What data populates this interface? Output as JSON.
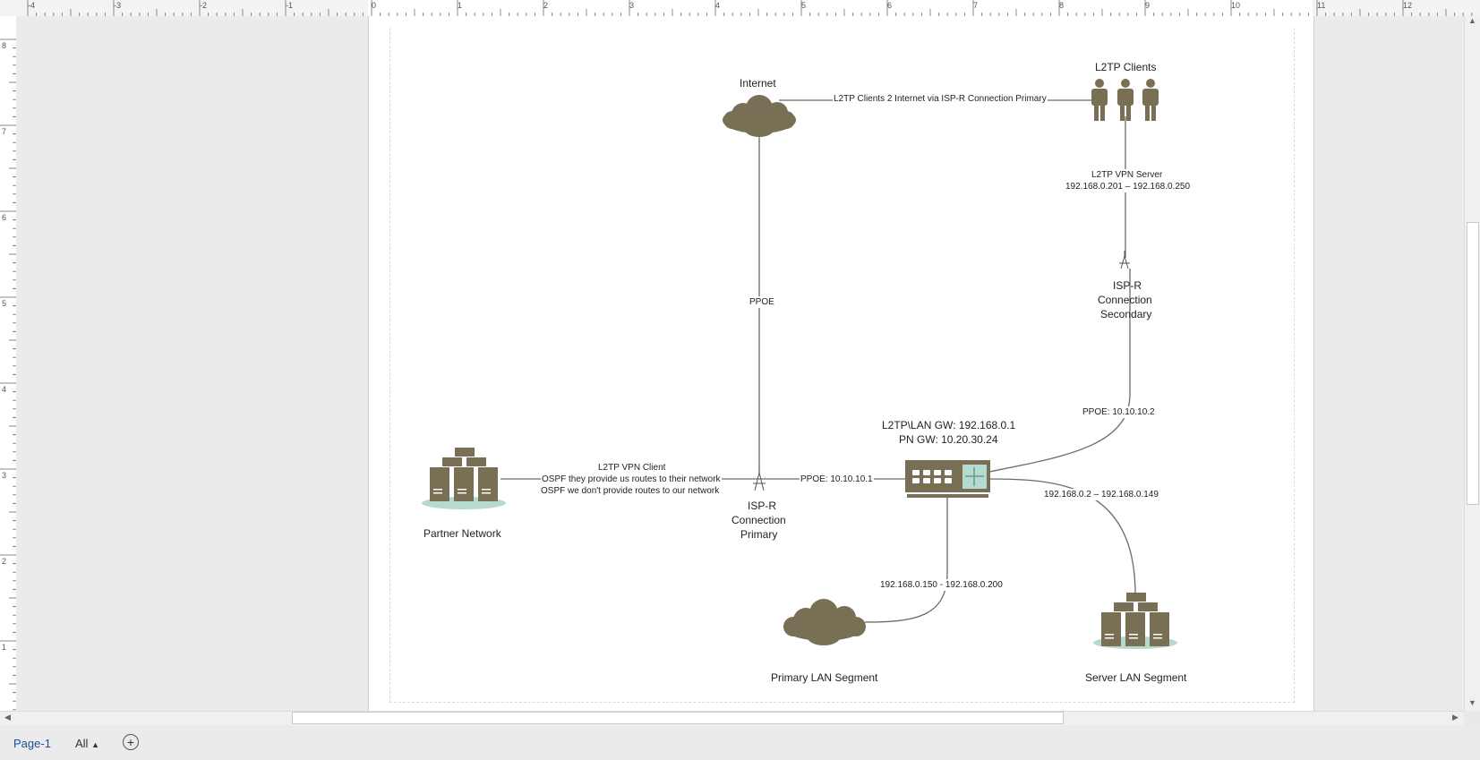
{
  "ruler": {
    "top_labels": [
      "-4",
      "-3",
      "-2",
      "-1",
      "0",
      "1",
      "2",
      "3",
      "4",
      "5",
      "6",
      "7",
      "8",
      "9",
      "10",
      "11",
      "12"
    ],
    "left_labels": [
      "8",
      "7",
      "6",
      "5",
      "4",
      "3",
      "2",
      "1"
    ]
  },
  "diagram": {
    "internet": "Internet",
    "l2tp_clients": "L2TP Clients",
    "link_clients_internet": "L2TP Clients 2 Internet via ISP-R Connection Primary",
    "l2tp_server_line1": "L2TP VPN Server",
    "l2tp_server_line2": "192.168.0.201 – 192.168.0.250",
    "isp_secondary_line1": "ISP-R",
    "isp_secondary_line2": "Connection",
    "isp_secondary_line3": "Secondary",
    "ppoe_internet": "PPOE",
    "ppoe_secondary": "PPOE: 10.10.10.2",
    "gw_line1": "L2TP\\LAN GW: 192.168.0.1",
    "gw_line2": "PN GW: 10.20.30.24",
    "vpn_client_line1": "L2TP VPN Client",
    "vpn_client_line2": "OSPF they provide us routes to their network",
    "vpn_client_line3": "OSPF we don't provide routes to our network",
    "ppoe_primary": "PPOE: 10.10.10.1",
    "isp_primary_line1": "ISP-R",
    "isp_primary_line2": "Connection",
    "isp_primary_line3": "Primary",
    "partner_network": "Partner Network",
    "server_range": "192.168.0.2 – 192.168.0.149",
    "primary_range": "192.168.0.150 - 192.168.0.200",
    "primary_lan": "Primary LAN Segment",
    "server_lan": "Server LAN Segment"
  },
  "tabs": {
    "page1": "Page-1",
    "all": "All"
  },
  "colors": {
    "shape": "#786f55",
    "teal": "#b5dacf",
    "link": "#1f4e9a"
  }
}
